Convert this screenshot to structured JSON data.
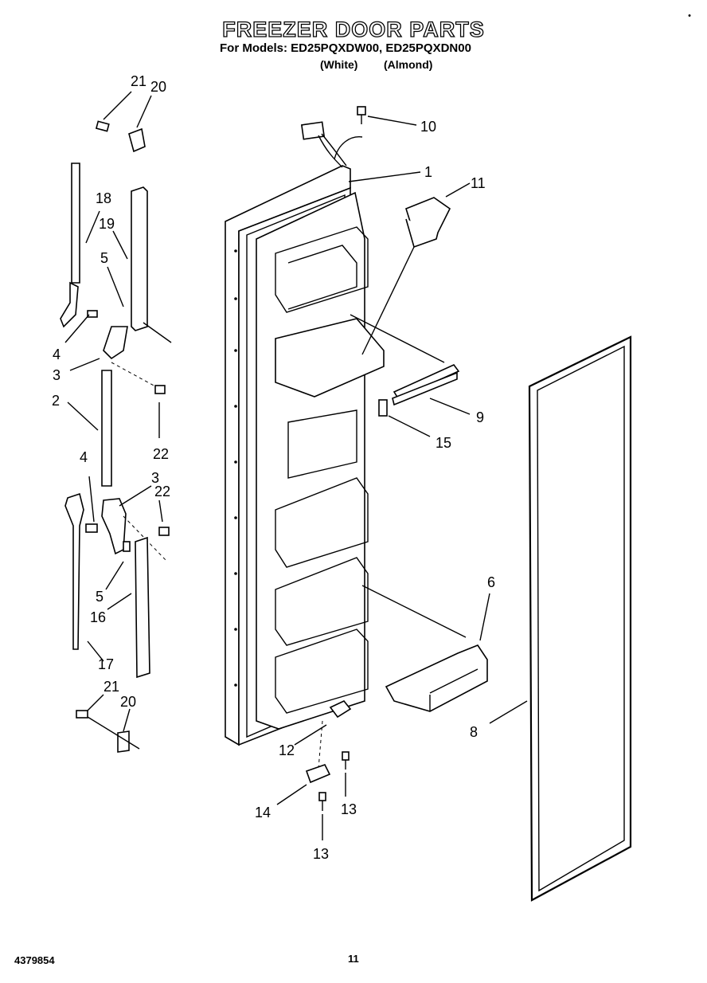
{
  "header": {
    "title": "FREEZER DOOR PARTS",
    "models_line": "For Models: ED25PQXDW00, ED25PQXDN00",
    "variant_white": "(White)",
    "variant_almond": "(Almond)",
    "corner_mark": "•"
  },
  "callouts": {
    "c1": "1",
    "c2": "2",
    "c3a": "3",
    "c3b": "3",
    "c4a": "4",
    "c4b": "4",
    "c5a": "5",
    "c5b": "5",
    "c6": "6",
    "c8": "8",
    "c9": "9",
    "c10": "10",
    "c11": "11",
    "c12": "12",
    "c13a": "13",
    "c13b": "13",
    "c14": "14",
    "c15": "15",
    "c16": "16",
    "c17": "17",
    "c18": "18",
    "c19": "19",
    "c20a": "20",
    "c20b": "20",
    "c21a": "21",
    "c21b": "21",
    "c22a": "22",
    "c22b": "22"
  },
  "footer": {
    "doc_number": "4379854",
    "page_number": "11"
  }
}
